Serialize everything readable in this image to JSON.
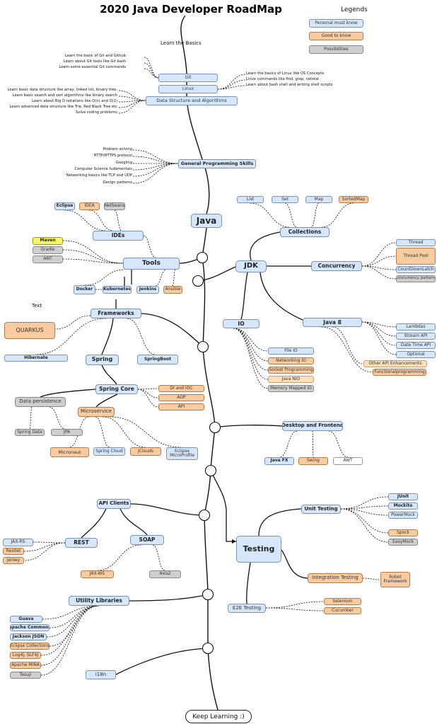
{
  "title": "2020 Java Developer RoadMap",
  "legend": {
    "title": "Legends",
    "items": [
      {
        "label": "Personal must know",
        "color": "blue"
      },
      {
        "label": "Good to know",
        "color": "orange"
      },
      {
        "label": "Possibilities",
        "color": "gray"
      }
    ]
  },
  "learn_basics": "Learn the Basics",
  "text_label": "Text",
  "keep_learning": "Keep Learning :)",
  "git_notes": [
    "Learn the basic of Git and Github",
    "Learn about Git tools like Git bash",
    "Learn some essential Git commands"
  ],
  "linux_notes": [
    "Learn the basics of Linux like OS Concepts",
    "Linux commands like find, grep, netstat",
    "Learn about bash shell and writing shell scripts"
  ],
  "dsa_notes": [
    "Learn basic data structure like array, linked list, binary tree.",
    "Learn basic search and sort algorithms like binary search",
    "Learn about Big O notations like O(n) and O(1)",
    "Learn advanced data structure like Trie, Red Black Tree etc",
    "Solve coding problems"
  ],
  "gps_notes": [
    "Problem solving",
    "HTTP/HTTPS protocol",
    "Googling",
    "Computer Science fudamentals",
    "Networking basics like TCP and UDP",
    "Design patterns"
  ],
  "nodes": {
    "git": "Git",
    "linux": "Linux",
    "dsa": "Data Structure and Algorithms",
    "gps": "General Programming Skills",
    "java": "Java",
    "ides": "IDEs",
    "eclipse": "Eclipse",
    "idea": "IDEA",
    "netbeans": "Netbeans",
    "tools": "Tools",
    "maven": "Maven",
    "gradle": "Gradle",
    "ant": "ANT",
    "docker": "Docker",
    "kubernetes": "Kubernetes",
    "jenkins": "Jenkins",
    "ansible": "Ansible",
    "collections": "Collections",
    "list": "List",
    "set": "Set",
    "map": "Map",
    "sortedmap": "SortedMap",
    "jdk": "JDK",
    "concurrency": "Concurrency",
    "thread": "Thread",
    "threadpool": "Thread Pool",
    "countdownlatch": "CountDownLatch",
    "concurrency_patterns": "Concurrency patterns",
    "frameworks": "Frameworks",
    "quarkus": "QUARKUS",
    "hibernate": "Hibernate",
    "spring": "Spring",
    "springboot": "SpringBoot",
    "spring_core": "Spring  Core",
    "di_ioc": "DI and IOC",
    "aop": "AOP",
    "api_sc": "API",
    "data_persistence": "Data persistence",
    "spring_data": "Spring Data",
    "jpa": "JPA",
    "microservice": "Microservice",
    "micronaut": "Micronaut",
    "spring_cloud": "Spring Cloud",
    "jclouds": "JClouds",
    "eclipse_microprofile": "Eclipse MicroProfile",
    "io": "IO",
    "file_io": "File IO",
    "networking_io": "Networking IO",
    "socket_programming": "Socket Programming",
    "java_nio": "Java NIO",
    "memory_mapped_io": "Memory Mapped IO",
    "java8": "Java 8",
    "lambdas": "Lambdas",
    "stream_api": "Stream API",
    "date_time_api": "Date Time API",
    "optional": "Optional",
    "other_api": "Other API Enhancements",
    "functional_programming": "Functionalprogramming",
    "desktop_frontend": "Desktop and Frontend",
    "javafx": "Java FX",
    "swing": "Swing",
    "awt": "AWT",
    "api_clients": "API Clients",
    "rest": "REST",
    "jaxrs": "JAX-RS",
    "restlet": "Restlet",
    "jersey": "Jersey",
    "soap": "SOAP",
    "jaxws": "JAX-WS",
    "axis2": "Axis2",
    "testing": "Testing",
    "unit_testing": "Unit Testing",
    "junit": "JUnit",
    "mockito": "Mockito",
    "powermock": "PowerMock",
    "spock": "Spock",
    "easymock": "EasyMock",
    "integration_testing": "Integration Testing",
    "robot_framework": "Robot Framework",
    "e2e_testing": "E2E Testing",
    "selenium": "Selenium",
    "cucumber": "Cucumber",
    "utility_libraries": "Utility Libraries",
    "guava": "Guava",
    "apache_commons": "Apache Commons",
    "jackson": "Jackson JSON",
    "eclipse_collections": "Eclipse Collections",
    "log4j": "Log4j, SLF4J",
    "apache_mina": "Apache MINA",
    "tesuji": "Tesuji",
    "i18n": "i18n"
  },
  "colors": {
    "blue": "#d6e6fb",
    "orange": "#f9cba0",
    "gray": "#cfcfcf",
    "yellow": "#f7f36a",
    "line": "#111111"
  }
}
